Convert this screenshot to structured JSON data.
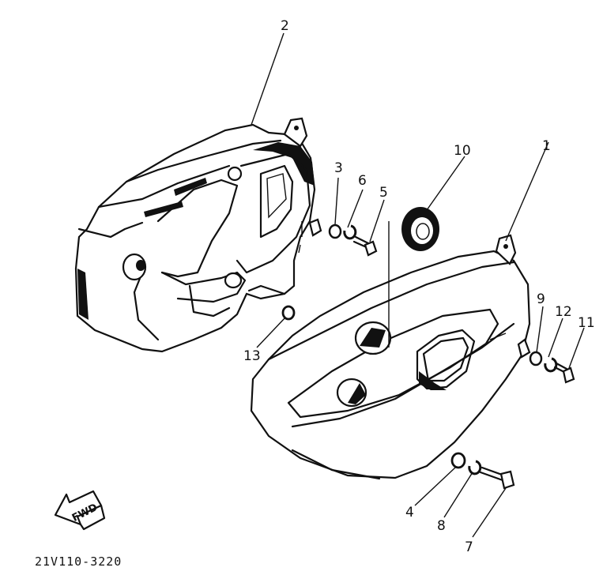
{
  "diagram": {
    "part_number": "21V110-3220",
    "fwd_label": "FWD",
    "callouts": [
      "1",
      "2",
      "3",
      "4",
      "5",
      "6",
      "7",
      "8",
      "9",
      "10",
      "11",
      "12",
      "13"
    ]
  }
}
